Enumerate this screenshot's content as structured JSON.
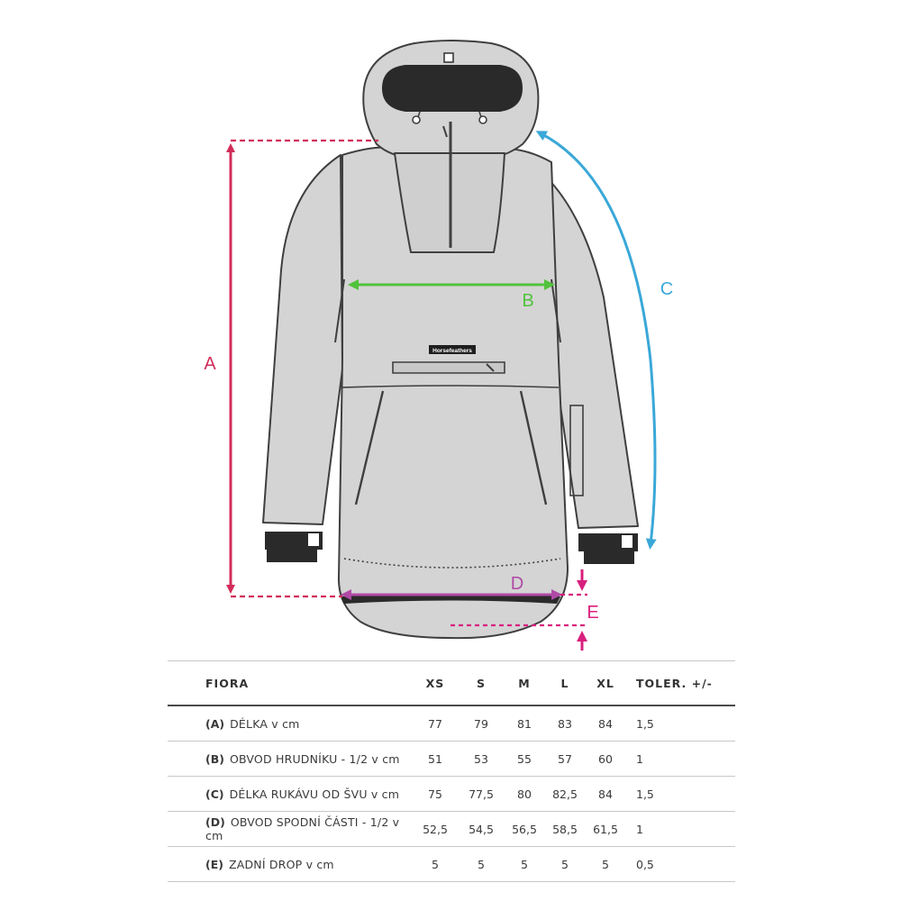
{
  "dimension_labels": {
    "a": "A",
    "b": "B",
    "c": "C",
    "d": "D",
    "e": "E"
  },
  "garment": {
    "brand_tag": "Horsefeathers"
  },
  "colors": {
    "length_a": "#d22d5a",
    "chest_b": "#52c23c",
    "sleeve_c": "#3aa8d8",
    "hem_d": "#b04aa6",
    "drop_e": "#d8207e",
    "garment_fill": "#d4d4d4",
    "garment_stroke": "#3f3f3f"
  },
  "table": {
    "product_name": "FIORA",
    "sizes": [
      "XS",
      "S",
      "M",
      "L",
      "XL"
    ],
    "tolerance_header": "TOLER. +/-",
    "rows": [
      {
        "code": "(A)",
        "label": "DÉLKA v cm",
        "values": [
          "77",
          "79",
          "81",
          "83",
          "84"
        ],
        "tolerance": "1,5"
      },
      {
        "code": "(B)",
        "label": "OBVOD HRUDNÍKU - 1/2 v cm",
        "values": [
          "51",
          "53",
          "55",
          "57",
          "60"
        ],
        "tolerance": "1"
      },
      {
        "code": "(C)",
        "label": "DÉLKA RUKÁVU OD ŠVU v cm",
        "values": [
          "75",
          "77,5",
          "80",
          "82,5",
          "84"
        ],
        "tolerance": "1,5"
      },
      {
        "code": "(D)",
        "label": "OBVOD SPODNÍ ČÁSTI - 1/2 v cm",
        "values": [
          "52,5",
          "54,5",
          "56,5",
          "58,5",
          "61,5"
        ],
        "tolerance": "1"
      },
      {
        "code": "(E)",
        "label": "ZADNÍ DROP v cm",
        "values": [
          "5",
          "5",
          "5",
          "5",
          "5"
        ],
        "tolerance": "0,5"
      }
    ]
  }
}
